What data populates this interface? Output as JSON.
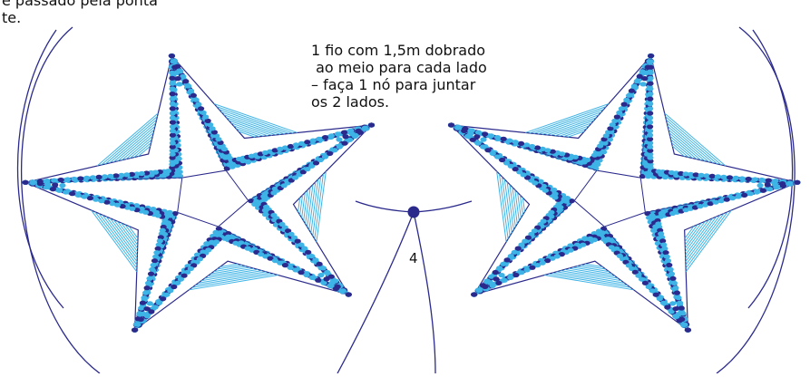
{
  "top_note": {
    "lines": [
      "e passado pela ponta",
      "te."
    ]
  },
  "instruction": {
    "lines": [
      "1 fio com 1,5m dobrado",
      " ao meio para cada lado",
      "– faça 1 nó para juntar",
      "os 2 lados."
    ]
  },
  "page_number": "4",
  "colors": {
    "dark_bead": "#2B2A8C",
    "light_bead": "#3DB3E6",
    "thread": "#2B2A8C",
    "light_thread": "#3DB3E6",
    "text": "#111111"
  },
  "icons": {
    "left_piece": "star-beaded-cup-left",
    "right_piece": "star-beaded-cup-right",
    "knot": "knot-dot"
  }
}
